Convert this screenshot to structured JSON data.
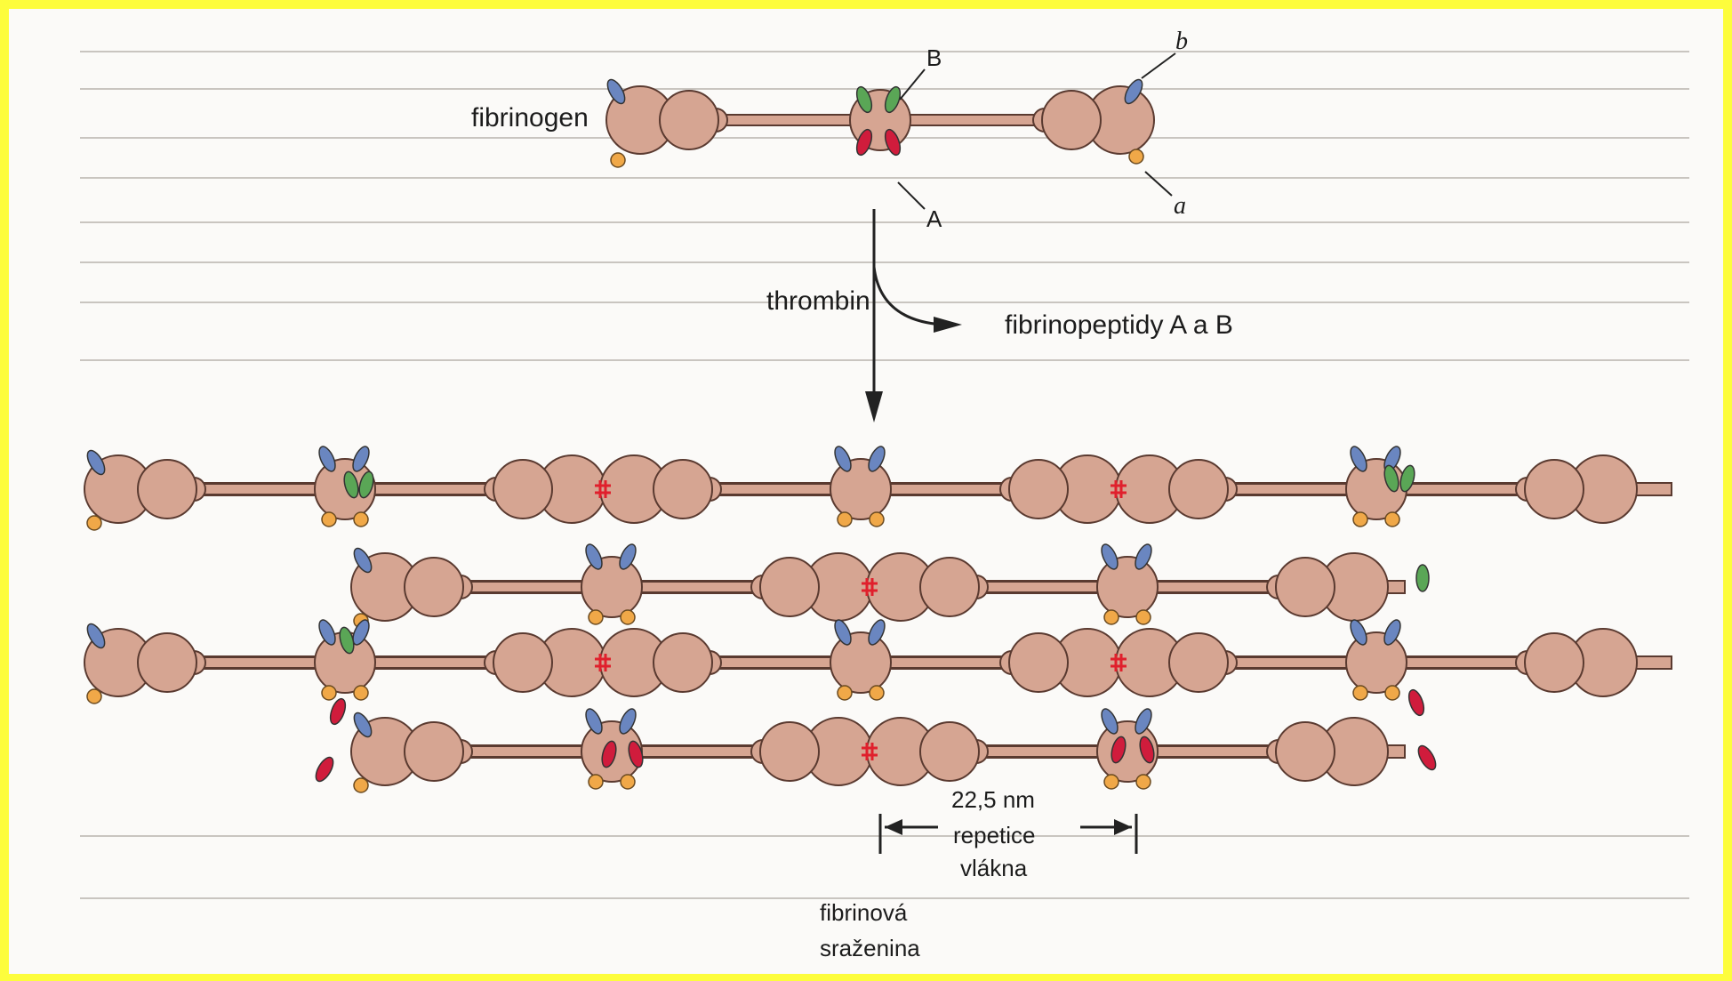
{
  "labels": {
    "fibrinogen": "fibrinogen",
    "B": "B",
    "A": "A",
    "b": "b",
    "a": "a",
    "thrombin": "thrombin",
    "fibrinopeptides": "fibrinopeptidy A a B",
    "repeat_distance": "22,5 nm",
    "repeat_line1": "repetice",
    "repeat_line2": "vlákna",
    "clot_line1": "fibrinová",
    "clot_line2": "sraženina"
  },
  "colors": {
    "frame_background": "#fdfd3c",
    "page": "#ffffff",
    "molecule": "#d6a592",
    "molecule_outline": "#5a3a30",
    "knob_blue": "#6a86c0",
    "knob_green": "#5aa656",
    "knob_red": "#d01c3c",
    "knob_orange": "#f0a848",
    "crosslink": "#e0202c"
  }
}
